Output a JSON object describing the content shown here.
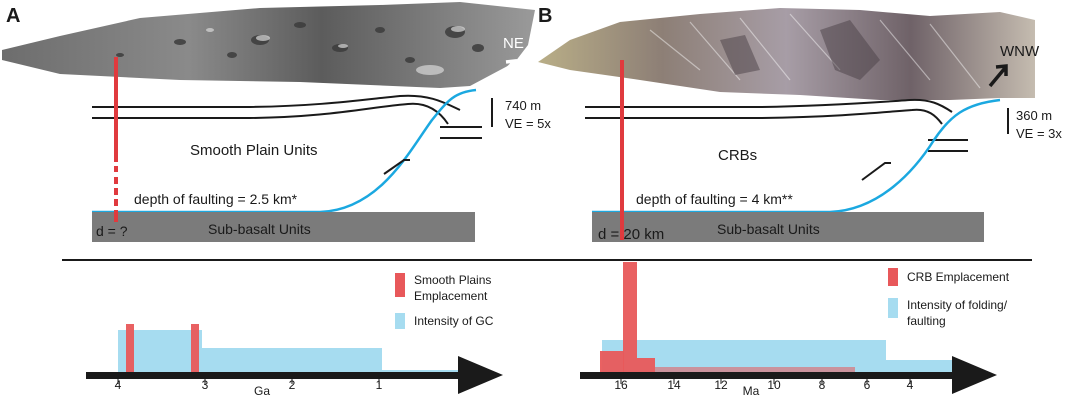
{
  "panel_a": {
    "letter": "A",
    "direction": "NE",
    "scale_height": "740 m",
    "vertical_exaggeration": "VE = 5x",
    "unit_label": "Smooth Plain Units",
    "depth_text": "depth of faulting = 2.5 km*",
    "d_label": "d = ?",
    "base_unit": "Sub-basalt Units",
    "timeline": {
      "unit": "Ga",
      "ticks": [
        "4",
        "3",
        "2",
        "1"
      ],
      "legend": {
        "emplacement_line1": "Smooth Plains",
        "emplacement_line2": "Emplacement",
        "intensity": "Intensity of GC"
      }
    }
  },
  "panel_b": {
    "letter": "B",
    "direction": "WNW",
    "scale_height": "360 m",
    "vertical_exaggeration": "VE = 3x",
    "unit_label": "CRBs",
    "depth_text": "depth of faulting = 4 km**",
    "d_label": "d = 20 km",
    "base_unit": "Sub-basalt Units",
    "timeline": {
      "unit": "Ma",
      "ticks": [
        "16",
        "14",
        "12",
        "10",
        "8",
        "6",
        "4"
      ],
      "legend": {
        "emplacement": "CRB Emplacement",
        "intensity_line1": "Intensity of folding/",
        "intensity_line2": "faulting"
      }
    }
  },
  "colors": {
    "emplacement_red": "#e8585a",
    "intensity_blue": "#a6dcf0",
    "fault_blue": "#1ba8e0",
    "base_gray": "#7b7b7b",
    "feeder_red": "#e03a3e"
  }
}
